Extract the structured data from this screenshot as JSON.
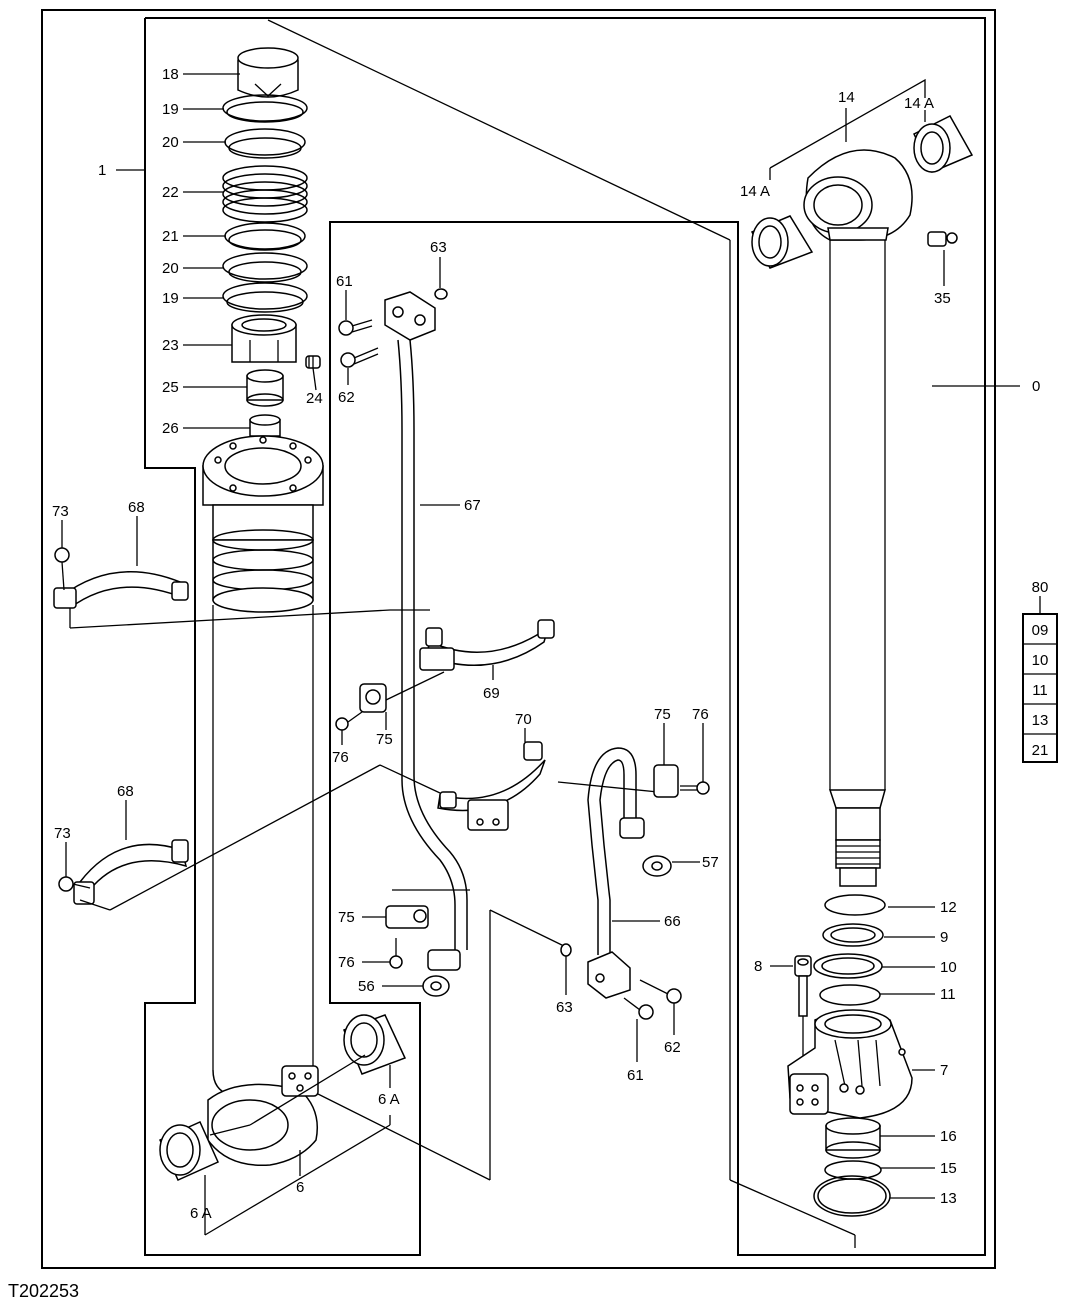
{
  "figure_id": "T202253",
  "callouts": {
    "c0": "0",
    "c1": "1",
    "c6": "6",
    "c6a_top": "6 A",
    "c6a_bot": "6 A",
    "c7": "7",
    "c8": "8",
    "c9": "9",
    "c10": "10",
    "c11": "11",
    "c12": "12",
    "c13": "13",
    "c14": "14",
    "c14a_l": "14 A",
    "c14a_r": "14 A",
    "c15": "15",
    "c16": "16",
    "c18": "18",
    "c19a": "19",
    "c19b": "19",
    "c20a": "20",
    "c20b": "20",
    "c21": "21",
    "c22": "22",
    "c23": "23",
    "c24": "24",
    "c25": "25",
    "c26": "26",
    "c35": "35",
    "c56": "56",
    "c57": "57",
    "c61a": "61",
    "c61b": "61",
    "c62a": "62",
    "c62b": "62",
    "c63a": "63",
    "c63b": "63",
    "c66": "66",
    "c67": "67",
    "c68a": "68",
    "c68b": "68",
    "c69": "69",
    "c70": "70",
    "c73a": "73",
    "c73b": "73",
    "c75a": "75",
    "c75b": "75",
    "c75c": "75",
    "c76a": "76",
    "c76b": "76",
    "c76c": "76"
  },
  "kit": {
    "title": "80",
    "items": [
      "09",
      "10",
      "11",
      "13",
      "21"
    ]
  }
}
